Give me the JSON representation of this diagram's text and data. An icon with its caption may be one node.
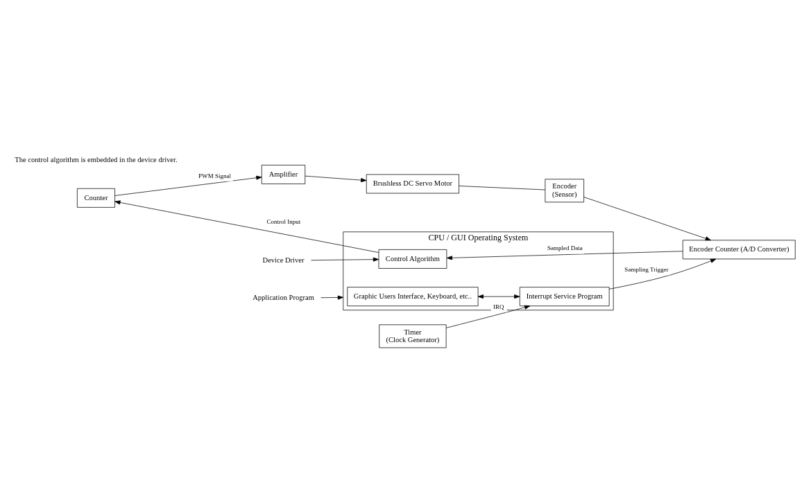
{
  "diagram": {
    "nodes": [
      {
        "text": [
          "CPU / GUI Operating System"
        ]
      },
      {
        "text": [
          "Graphic Users Interface, Keyboard, etc.."
        ],
        "in": 0
      },
      {
        "text": [
          "Interrupt Service Program"
        ],
        "in": 0
      },
      {
        "text": [
          "Control Algorithm"
        ],
        "in": 0
      },
      {
        "text": [
          "Timer",
          "(Clock Generator)"
        ]
      },
      {
        "text": [
          "Encoder",
          "(Sensor)"
        ]
      },
      {
        "text": [
          "Encoder Counter (A/D Converter)"
        ]
      },
      {
        "text": [
          "Brushless DC Servo Motor"
        ]
      },
      {
        "text": [
          "Amplifier"
        ]
      },
      {
        "text": [
          "Counter"
        ]
      },
      {
        "text": [
          "Application Program"
        ]
      },
      {
        "text": [
          "Device Driver"
        ]
      }
    ],
    "edges": [
      {
        "from": 4,
        "to": 2,
        "arrow": "to",
        "label": "IRQ"
      },
      {
        "from": 1,
        "to": 2,
        "arrow": "both"
      },
      {
        "from": 2,
        "to": 6,
        "arrow": "to",
        "label": "Sampling Trigger"
      },
      {
        "from": 5,
        "to": 6,
        "arrow": "to"
      },
      {
        "from": 6,
        "to": 3,
        "arrow": "to",
        "label": "Sampled Data"
      },
      {
        "from": 3,
        "to": 9,
        "arrow": "to",
        "label": "Control Input"
      },
      {
        "from": 9,
        "to": 8,
        "arrow": "to",
        "label": "PWM Signal"
      },
      {
        "from": 8,
        "to": 7,
        "arrow": "to"
      },
      {
        "from": 7,
        "to": 5,
        "arrow": "none"
      },
      {
        "from": 10,
        "to": 0,
        "arrow": "to"
      },
      {
        "from": 11,
        "to": 3,
        "arrow": "to"
      }
    ],
    "labels": [
      "The control algorithm is embedded in the device driver."
    ]
  }
}
